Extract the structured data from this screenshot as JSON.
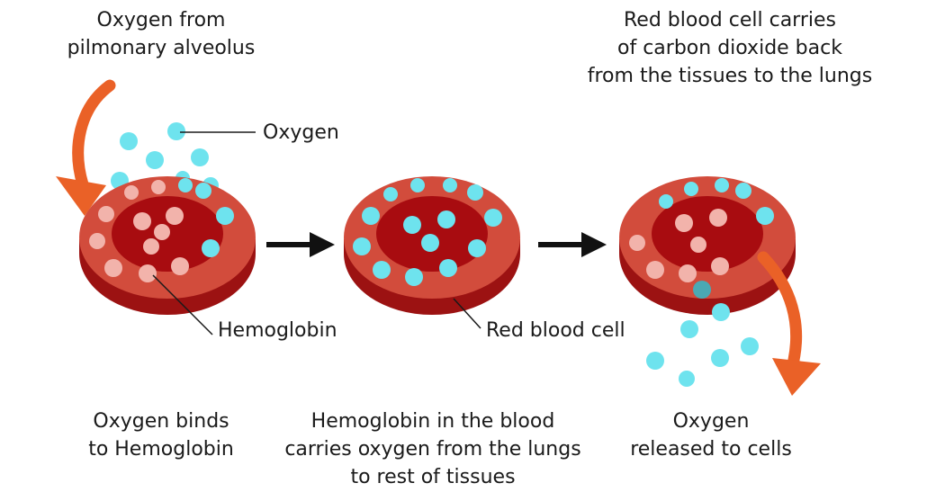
{
  "labels": {
    "oxygen_from_alveolus": [
      "Oxygen from",
      "pilmonary alveolus"
    ],
    "rbc_carries_co2": [
      "Red blood cell carries",
      "of carbon dioxide back",
      "from the tissues to the lungs"
    ],
    "oxygen": "Oxygen",
    "hemoglobin": "Hemoglobin",
    "red_blood_cell": "Red blood cell",
    "step1": [
      "Oxygen binds",
      "to Hemoglobin"
    ],
    "step2": [
      "Hemoglobin in the blood",
      "carries oxygen from the lungs",
      "to rest of tissues"
    ],
    "step3": [
      "Oxygen",
      "released to cells"
    ]
  },
  "colors": {
    "cell_rim": "#d24c3c",
    "cell_side": "#9c1212",
    "cell_center": "#a80c10",
    "oxygen": "#6ee3ee",
    "hemoglobin_free": "#f2b3ab",
    "flow_arrow": "#ea6127",
    "step_arrow": "#111111"
  }
}
